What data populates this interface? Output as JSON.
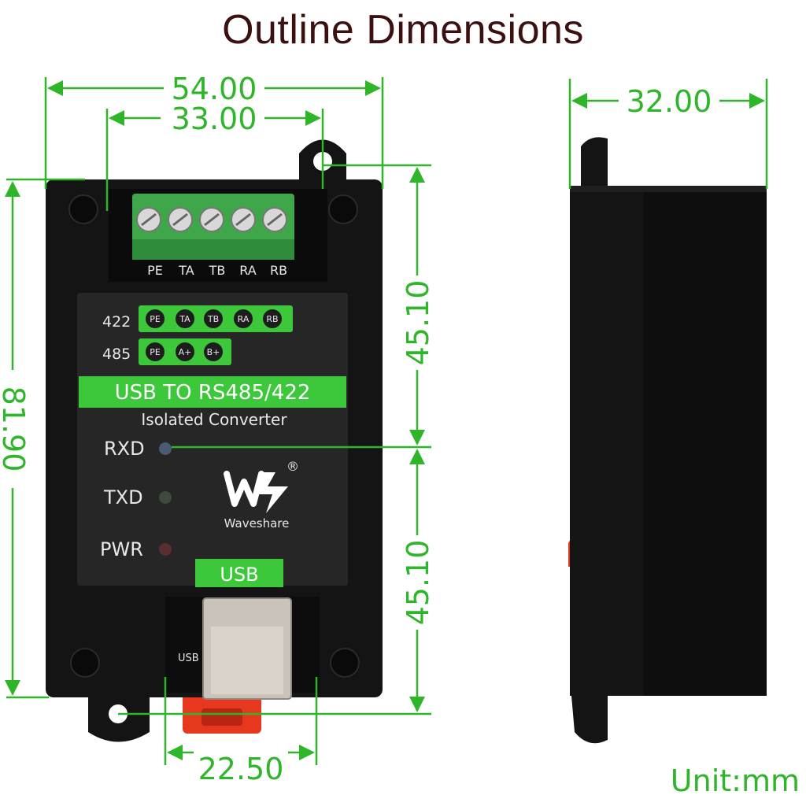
{
  "title": "Outline Dimensions",
  "unit": "Unit:mm",
  "dimensions": {
    "width_total": "54.00",
    "terminal_width": "33.00",
    "side_depth": "32.00",
    "height_total": "81.90",
    "upper_half": "45.10",
    "lower_half": "45.10",
    "usb_width": "22.50"
  },
  "device": {
    "terminal_labels": [
      "PE",
      "TA",
      "TB",
      "RA",
      "RB"
    ],
    "row_422_label": "422",
    "row_422_pins": [
      "PE",
      "TA",
      "TB",
      "RA",
      "RB"
    ],
    "row_485_label": "485",
    "row_485_pins": [
      "PE",
      "A+",
      "B+"
    ],
    "banner": "USB TO RS485/422",
    "subtitle": "Isolated Converter",
    "leds": [
      "RXD",
      "TXD",
      "PWR"
    ],
    "brand": "Waveshare",
    "registered": "®",
    "usb_tab": "USB",
    "usb_small": "USB"
  },
  "colors": {
    "accent_green": "#2fb52a",
    "label_green": "#3cc83a",
    "body_black": "#141414",
    "panel_dark": "#262626",
    "clip_red": "#e8371f"
  }
}
